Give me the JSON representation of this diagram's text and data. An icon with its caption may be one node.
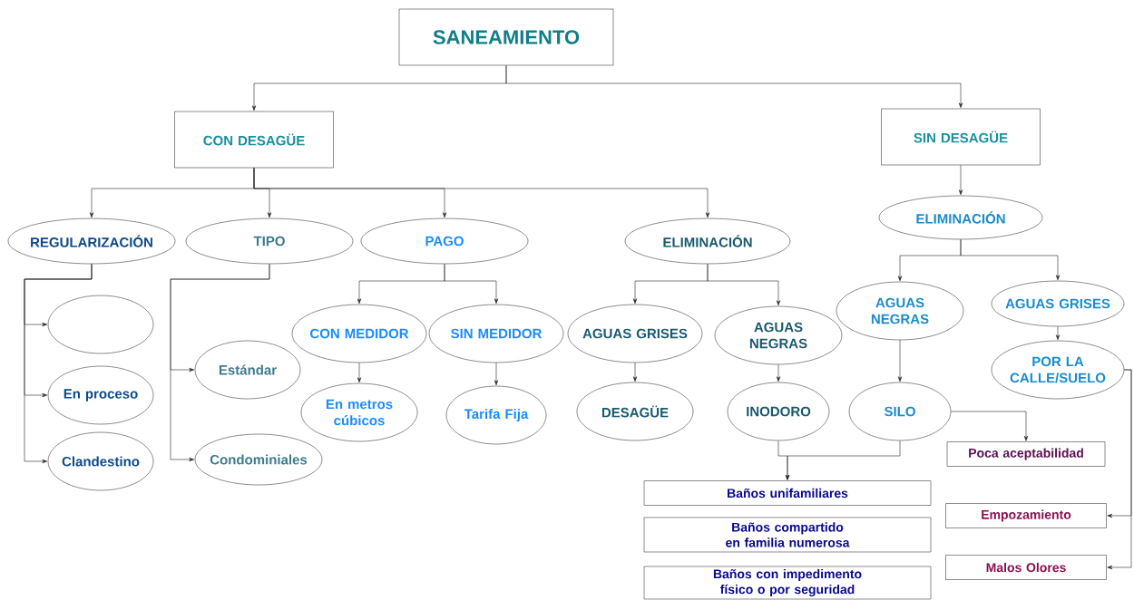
{
  "diagram": {
    "nodes": [
      {
        "text": [
          "SANEAMIENTO"
        ]
      },
      {
        "text": [
          "CON DESAGÜE"
        ]
      },
      {
        "text": [
          "SIN DESAGÜE"
        ]
      },
      {
        "text": [
          "REGULARIZACIÓN"
        ]
      },
      {
        "text": [
          "TIPO"
        ]
      },
      {
        "text": [
          "PAGO"
        ]
      },
      {
        "text": [
          "ELIMINACIÓN"
        ]
      },
      {
        "text": [
          "ELIMINACIÓN"
        ]
      },
      {
        "text": [],
        "shape": "ellipse"
      },
      {
        "text": [
          "En proceso"
        ]
      },
      {
        "text": [
          "Clandestino"
        ]
      },
      {
        "text": [
          "Estándar"
        ]
      },
      {
        "text": [
          "Condominiales"
        ]
      },
      {
        "text": [
          "CON MEDIDOR"
        ]
      },
      {
        "text": [
          "SIN MEDIDOR"
        ]
      },
      {
        "text": [
          "En metros cúbicos"
        ]
      },
      {
        "text": [
          "Tarifa Fija"
        ]
      },
      {
        "text": [
          "AGUAS GRISES"
        ]
      },
      {
        "text": [
          "AGUAS NEGRAS"
        ]
      },
      {
        "text": [
          "DESAGÜE"
        ]
      },
      {
        "text": [
          "INODORO"
        ]
      },
      {
        "text": [
          "AGUAS NEGRAS"
        ]
      },
      {
        "text": [
          "AGUAS GRISES"
        ]
      },
      {
        "text": [
          "POR LA CALLE/SUELO"
        ]
      },
      {
        "text": [
          "SILO"
        ]
      },
      {
        "text": [
          "Poca aceptabilidad"
        ]
      },
      {
        "text": [
          "Baños unifamiliares"
        ]
      },
      {
        "text": [
          "Baños compartido en familia numerosa"
        ]
      },
      {
        "text": [
          "Baños con impedimento físico o por seguridad"
        ]
      },
      {
        "text": [
          "Empozamiento"
        ]
      },
      {
        "text": [
          "Malos Olores"
        ]
      }
    ],
    "edges": [
      {
        "from": 0,
        "to": 1,
        "arrow": "to"
      },
      {
        "from": 0,
        "to": 2,
        "arrow": "to"
      },
      {
        "from": 1,
        "to": 3,
        "arrow": "to"
      },
      {
        "from": 1,
        "to": 4,
        "arrow": "to"
      },
      {
        "from": 1,
        "to": 5,
        "arrow": "to"
      },
      {
        "from": 1,
        "to": 6,
        "arrow": "to"
      },
      {
        "from": 2,
        "to": 7,
        "arrow": "to"
      },
      {
        "from": 3,
        "to": 8,
        "arrow": "to"
      },
      {
        "from": 3,
        "to": 9,
        "arrow": "to"
      },
      {
        "from": 3,
        "to": 10,
        "arrow": "to"
      },
      {
        "from": 4,
        "to": 11,
        "arrow": "to"
      },
      {
        "from": 4,
        "to": 12,
        "arrow": "to"
      },
      {
        "from": 5,
        "to": 13,
        "arrow": "to"
      },
      {
        "from": 5,
        "to": 14,
        "arrow": "to"
      },
      {
        "from": 13,
        "to": 15,
        "arrow": "to"
      },
      {
        "from": 14,
        "to": 16,
        "arrow": "to"
      },
      {
        "from": 6,
        "to": 17,
        "arrow": "to"
      },
      {
        "from": 6,
        "to": 18,
        "arrow": "to"
      },
      {
        "from": 17,
        "to": 19,
        "arrow": "to"
      },
      {
        "from": 18,
        "to": 20,
        "arrow": "to"
      },
      {
        "from": 7,
        "to": 21,
        "arrow": "to"
      },
      {
        "from": 7,
        "to": 22,
        "arrow": "to"
      },
      {
        "from": 21,
        "to": 24,
        "arrow": "to"
      },
      {
        "from": 22,
        "to": 23,
        "arrow": "to"
      },
      {
        "from": 24,
        "to": 25,
        "arrow": "to"
      },
      {
        "from": 20,
        "to": 26,
        "arrow": "to"
      },
      {
        "from": 24,
        "to": 26,
        "arrow": "to"
      },
      {
        "from": 23,
        "to": 29,
        "arrow": "to"
      },
      {
        "from": 23,
        "to": 30,
        "arrow": "to"
      }
    ]
  }
}
